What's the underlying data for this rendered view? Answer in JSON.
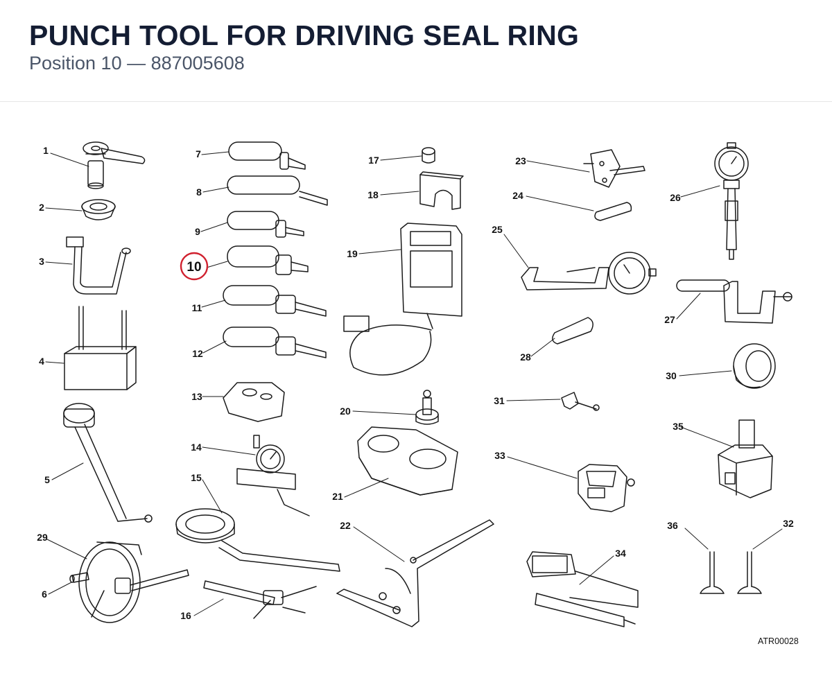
{
  "title": "PUNCH TOOL FOR DRIVING SEAL RING",
  "subtitle": "Position 10 — 887005608",
  "highlight_color": "#d0202e",
  "highlighted": "10",
  "labels": {
    "l1": "1",
    "l2": "2",
    "l3": "3",
    "l4": "4",
    "l5": "5",
    "l6": "6",
    "l7": "7",
    "l8": "8",
    "l9": "9",
    "l10": "10",
    "l11": "11",
    "l12": "12",
    "l13": "13",
    "l14": "14",
    "l15": "15",
    "l16": "16",
    "l17": "17",
    "l18": "18",
    "l19": "19",
    "l20": "20",
    "l21": "21",
    "l22": "22",
    "l23": "23",
    "l24": "24",
    "l25": "25",
    "l26": "26",
    "l27": "27",
    "l28": "28",
    "l29": "29",
    "l30": "30",
    "l31": "31",
    "l32": "32",
    "l33": "33",
    "l34": "34",
    "l35": "35",
    "l36": "36"
  },
  "drawing_code": "ATR00028"
}
